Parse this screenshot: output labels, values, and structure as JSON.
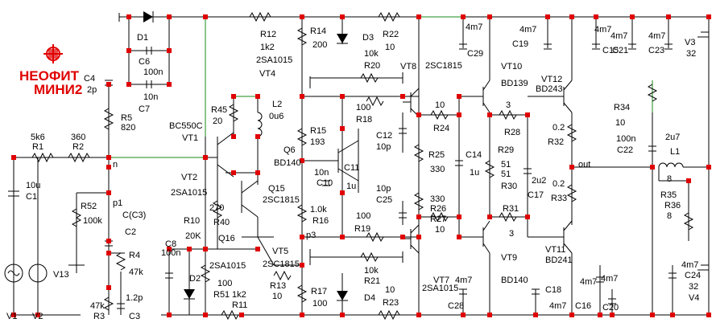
{
  "logo": {
    "line1": "НЕОФИТ",
    "line2": "МИНИ2"
  },
  "labels": {
    "D1": "D1",
    "C6": "C6",
    "C6v": "100n",
    "C7v": "10n",
    "C7": "C7",
    "C4": "C4",
    "C4v": "2p",
    "R5": "R5",
    "R5v": "820",
    "R12": "R12",
    "R12v": "1k2",
    "R14": "R14",
    "R14v": "200",
    "D3": "D3",
    "R22": "R22",
    "R22v": "10",
    "C29v": "4m7",
    "C29": "C29",
    "C19v": "4m7",
    "C19": "C19",
    "C15v": "4m7",
    "C15": "C15",
    "C21v": "4m7",
    "C21": "C21",
    "C23v": "4m7",
    "C23": "C23",
    "V3": "V3",
    "V3v": "32",
    "VT4p": "2SA1015",
    "VT4": "VT4",
    "R20v": "10k",
    "R20": "R20",
    "VT8": "VT8",
    "VT8p": "2SC1815",
    "VT10": "VT10",
    "VT10p": "BD139",
    "VT12": "VT12",
    "VT12p": "BD243",
    "R45": "R45",
    "R45v": "20",
    "L2": "L2",
    "L2v": "0u6",
    "BC550C": "BC550C",
    "VT1": "VT1",
    "R18v": "100",
    "R18": "R18",
    "R24v": "10",
    "R24": "R24",
    "R28v": "3",
    "R28": "R28",
    "R34": "R34",
    "R34v": "10",
    "C22v": "100n",
    "C22": "C22",
    "R32v": "0.2",
    "R32": "R32",
    "L1v": "2u7",
    "L1": "L1",
    "R1v": "5k6",
    "R1": "R1",
    "R2v": "360",
    "R2": "R2",
    "R15": "R15",
    "R15v": "193",
    "C12": "C12",
    "C12v": "10p",
    "Q6": "Q6",
    "Q6p": "BD140",
    "R25": "R25",
    "R25v": "330",
    "R29": "R29",
    "R29v": "51",
    "C1v": "10u",
    "C1": "C1",
    "n": "n",
    "VT2": "VT2",
    "VT2p": "2SA1015",
    "C10v": "10n",
    "C10": "C10",
    "C11": "C11",
    "C11v": "1u",
    "C14": "C14",
    "C14v": "1u",
    "R30v": "51",
    "R30": "R30",
    "C17v": "2u2",
    "C17": "C17",
    "out": "out",
    "R35v": "8",
    "R35": "R35",
    "R36": "R36",
    "R36v": "8",
    "R33v": "0.2",
    "R33": "R33",
    "Q15": "Q15",
    "Q15p": "2SC1815",
    "R52": "R52",
    "R52v": "100k",
    "p1": "p1",
    "CC3": "C(C3)",
    "C25v": "10p",
    "C25": "C25",
    "R26v": "330",
    "R26": "R26",
    "R27": "R27",
    "R27v": "10",
    "R31": "R31",
    "R31v": "3",
    "R40v": "270",
    "R40": "R40",
    "R16v": "1.0k",
    "R16": "R16",
    "R10": "R10",
    "R10v": "20K",
    "C2": "C2",
    "R19v": "100",
    "R19": "R19",
    "Q16": "Q16",
    "V13": "V13",
    "R4": "R4",
    "R4v": "47k",
    "p3": "p3",
    "C8": "C8",
    "C8v": "100n",
    "VT5": "VT5",
    "VT5p": "2SC1815",
    "R21v": "10k",
    "R21": "R21",
    "VT9": "VT9",
    "VT11": "VT11",
    "VT11p": "BD241",
    "R51v": "2SA1015",
    "D2": "D2",
    "R51w": "100",
    "R13": "R13",
    "R13v": "10",
    "C24v": "4m7",
    "C24": "C24",
    "V4v": "32",
    "V4": "V4",
    "R51": "R51",
    "R11v": "1k2",
    "R11": "R11",
    "C3v": "1.2p",
    "R3": "R3",
    "C3": "C3",
    "R3v": "47k",
    "VT7": "VT7",
    "VT7p": "2SA1015",
    "C28v": "4m7",
    "C28": "C28",
    "BD140b": "BD140",
    "C18": "C18",
    "C18v": "4m7",
    "C16v": "4m7",
    "C16": "C16",
    "C20v": "4m7",
    "C20": "C20",
    "R17": "R17",
    "R17v": "100",
    "D4": "D4",
    "R23v": "10",
    "R23": "R23",
    "V1": "V1",
    "V2": "V2"
  }
}
